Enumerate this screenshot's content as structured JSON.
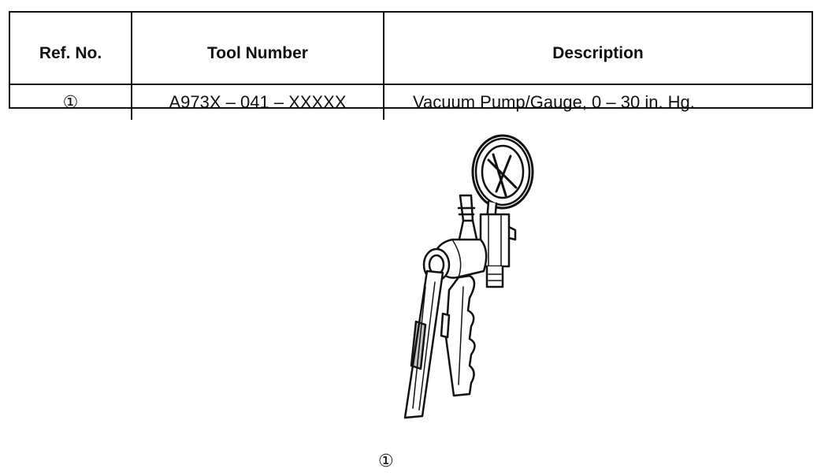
{
  "table": {
    "headers": {
      "ref_no": "Ref. No.",
      "tool_number": "Tool Number",
      "description": "Description"
    },
    "rows": [
      {
        "ref_no": "①",
        "tool_number": "A973X – 041 – XXXXX",
        "description": "Vacuum Pump/Gauge, 0 – 30 in. Hg."
      }
    ]
  },
  "figure": {
    "callout": "①"
  }
}
